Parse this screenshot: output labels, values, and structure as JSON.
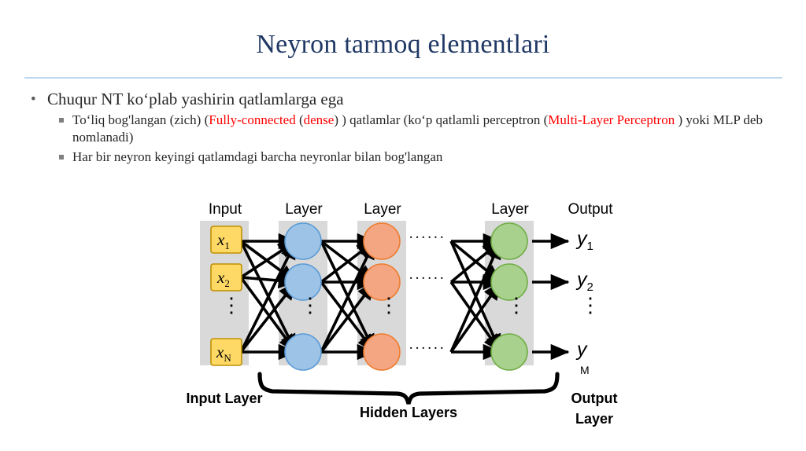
{
  "slide": {
    "title": "Neyron tarmoq elementlari",
    "bullets": {
      "level1": "Chuqur NT koʻplab yashirin qatlamlarga ega",
      "level2_a": {
        "part1": "Toʻliq bog'langan (zich) (",
        "red1": "Fully-connected",
        "part2": " (",
        "red2": "dense",
        "part3": ") ) qatlamlar (koʻp qatlamli perceptron (",
        "red3": "Multi-Layer Perceptron",
        "part4": " ) yoki MLP deb nomlanadi)"
      },
      "level2_b": "Har bir neyron keyingi qatlamdagi barcha neyronlar bilan bog'langan"
    }
  },
  "diagram": {
    "column_headers": {
      "input": "Input",
      "layer1": "Layer",
      "layer2": "Layer",
      "layer3": "Layer",
      "output": "Output"
    },
    "input_nodes": [
      {
        "base": "x",
        "sub": "1"
      },
      {
        "base": "x",
        "sub": "2"
      },
      {
        "base": "x",
        "sub": "N"
      }
    ],
    "output_nodes": [
      {
        "base": "y",
        "sub": "1"
      },
      {
        "base": "y",
        "sub": "2"
      },
      {
        "base": "y",
        "sub": "M"
      }
    ],
    "vertical_ellipsis": "⋮",
    "horizontal_ellipsis": "······",
    "footer_labels": {
      "input_layer": "Input Layer",
      "hidden_layers": "Hidden Layers",
      "output_layer_line1": "Output",
      "output_layer_line2": "Layer"
    },
    "colors": {
      "title": "#1F3864",
      "rule": "#BDD7EE",
      "accent_red": "#FF0000",
      "column_band": "#D9D9D9",
      "input_box_fill": "#FFD966",
      "input_box_stroke": "#BF9000",
      "layer1_fill": "#9DC3E6",
      "layer1_stroke": "#5B9BD5",
      "layer2_fill": "#F4A582",
      "layer2_stroke": "#ED7D31",
      "layer3_fill": "#A9D18E",
      "layer3_stroke": "#70AD47",
      "edge": "#000000"
    }
  }
}
